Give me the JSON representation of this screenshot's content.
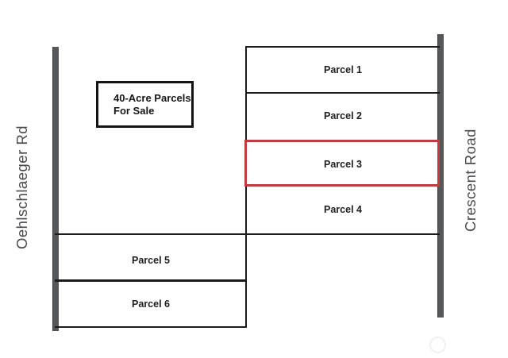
{
  "roads": {
    "left": {
      "label": "Oehlschlaeger Rd"
    },
    "right": {
      "label": "Crescent Road"
    }
  },
  "sign": {
    "line1": "40-Acre Parcels",
    "line2": "For Sale"
  },
  "parcels": [
    {
      "label": "Parcel 1",
      "highlighted": false
    },
    {
      "label": "Parcel 2",
      "highlighted": false
    },
    {
      "label": "Parcel 3",
      "highlighted": true
    },
    {
      "label": "Parcel 4",
      "highlighted": false
    },
    {
      "label": "Parcel 5",
      "highlighted": false
    },
    {
      "label": "Parcel 6",
      "highlighted": false
    }
  ],
  "colors": {
    "background": "#ffffff",
    "boundary_line": "#1c1c1c",
    "road_bar": "#565759",
    "highlight_border": "#c03a3e",
    "parcel_text": "#1f1f1f",
    "road_text": "#4b4b4d"
  }
}
